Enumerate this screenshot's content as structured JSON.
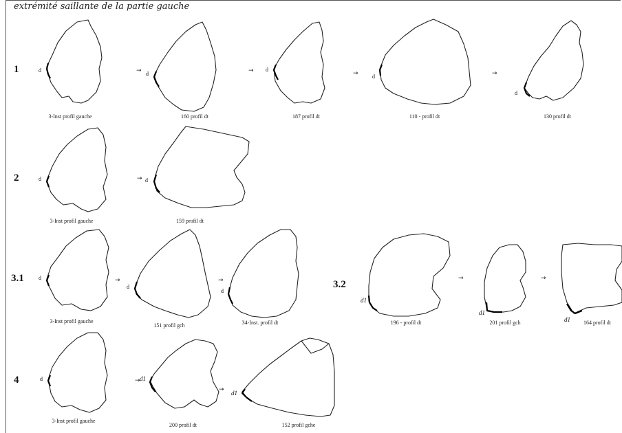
{
  "title": "extrémité saillante de la partie gauche",
  "rows": {
    "r1": "1",
    "r2": "2",
    "r31": "3.1",
    "r32": "3.2",
    "r4": "4"
  },
  "captions": {
    "r1_1": "3-Inst profil gauche",
    "r1_2": "160 profil dt",
    "r1_3": "187 profil dt",
    "r1_4": "110 - profil dt",
    "r1_5": "130 profil dt",
    "r2_1": "3-Inst profil gauche",
    "r2_2": "159 profil dt",
    "r3_1": "3-Inst profil gauche",
    "r3_2": "151 profil gch",
    "r3_3": "34-Inst. profil dt",
    "r3_4": "196 - profil dt",
    "r3_5": "201 profil gch",
    "r3_6": "164 profil dt",
    "r4_1": "3-Inst profil gauche",
    "r4_2": "200 profil dt",
    "r4_3": "152 profil gche"
  },
  "marks": {
    "d": "d",
    "d1": "d1",
    "arrow": "→"
  }
}
